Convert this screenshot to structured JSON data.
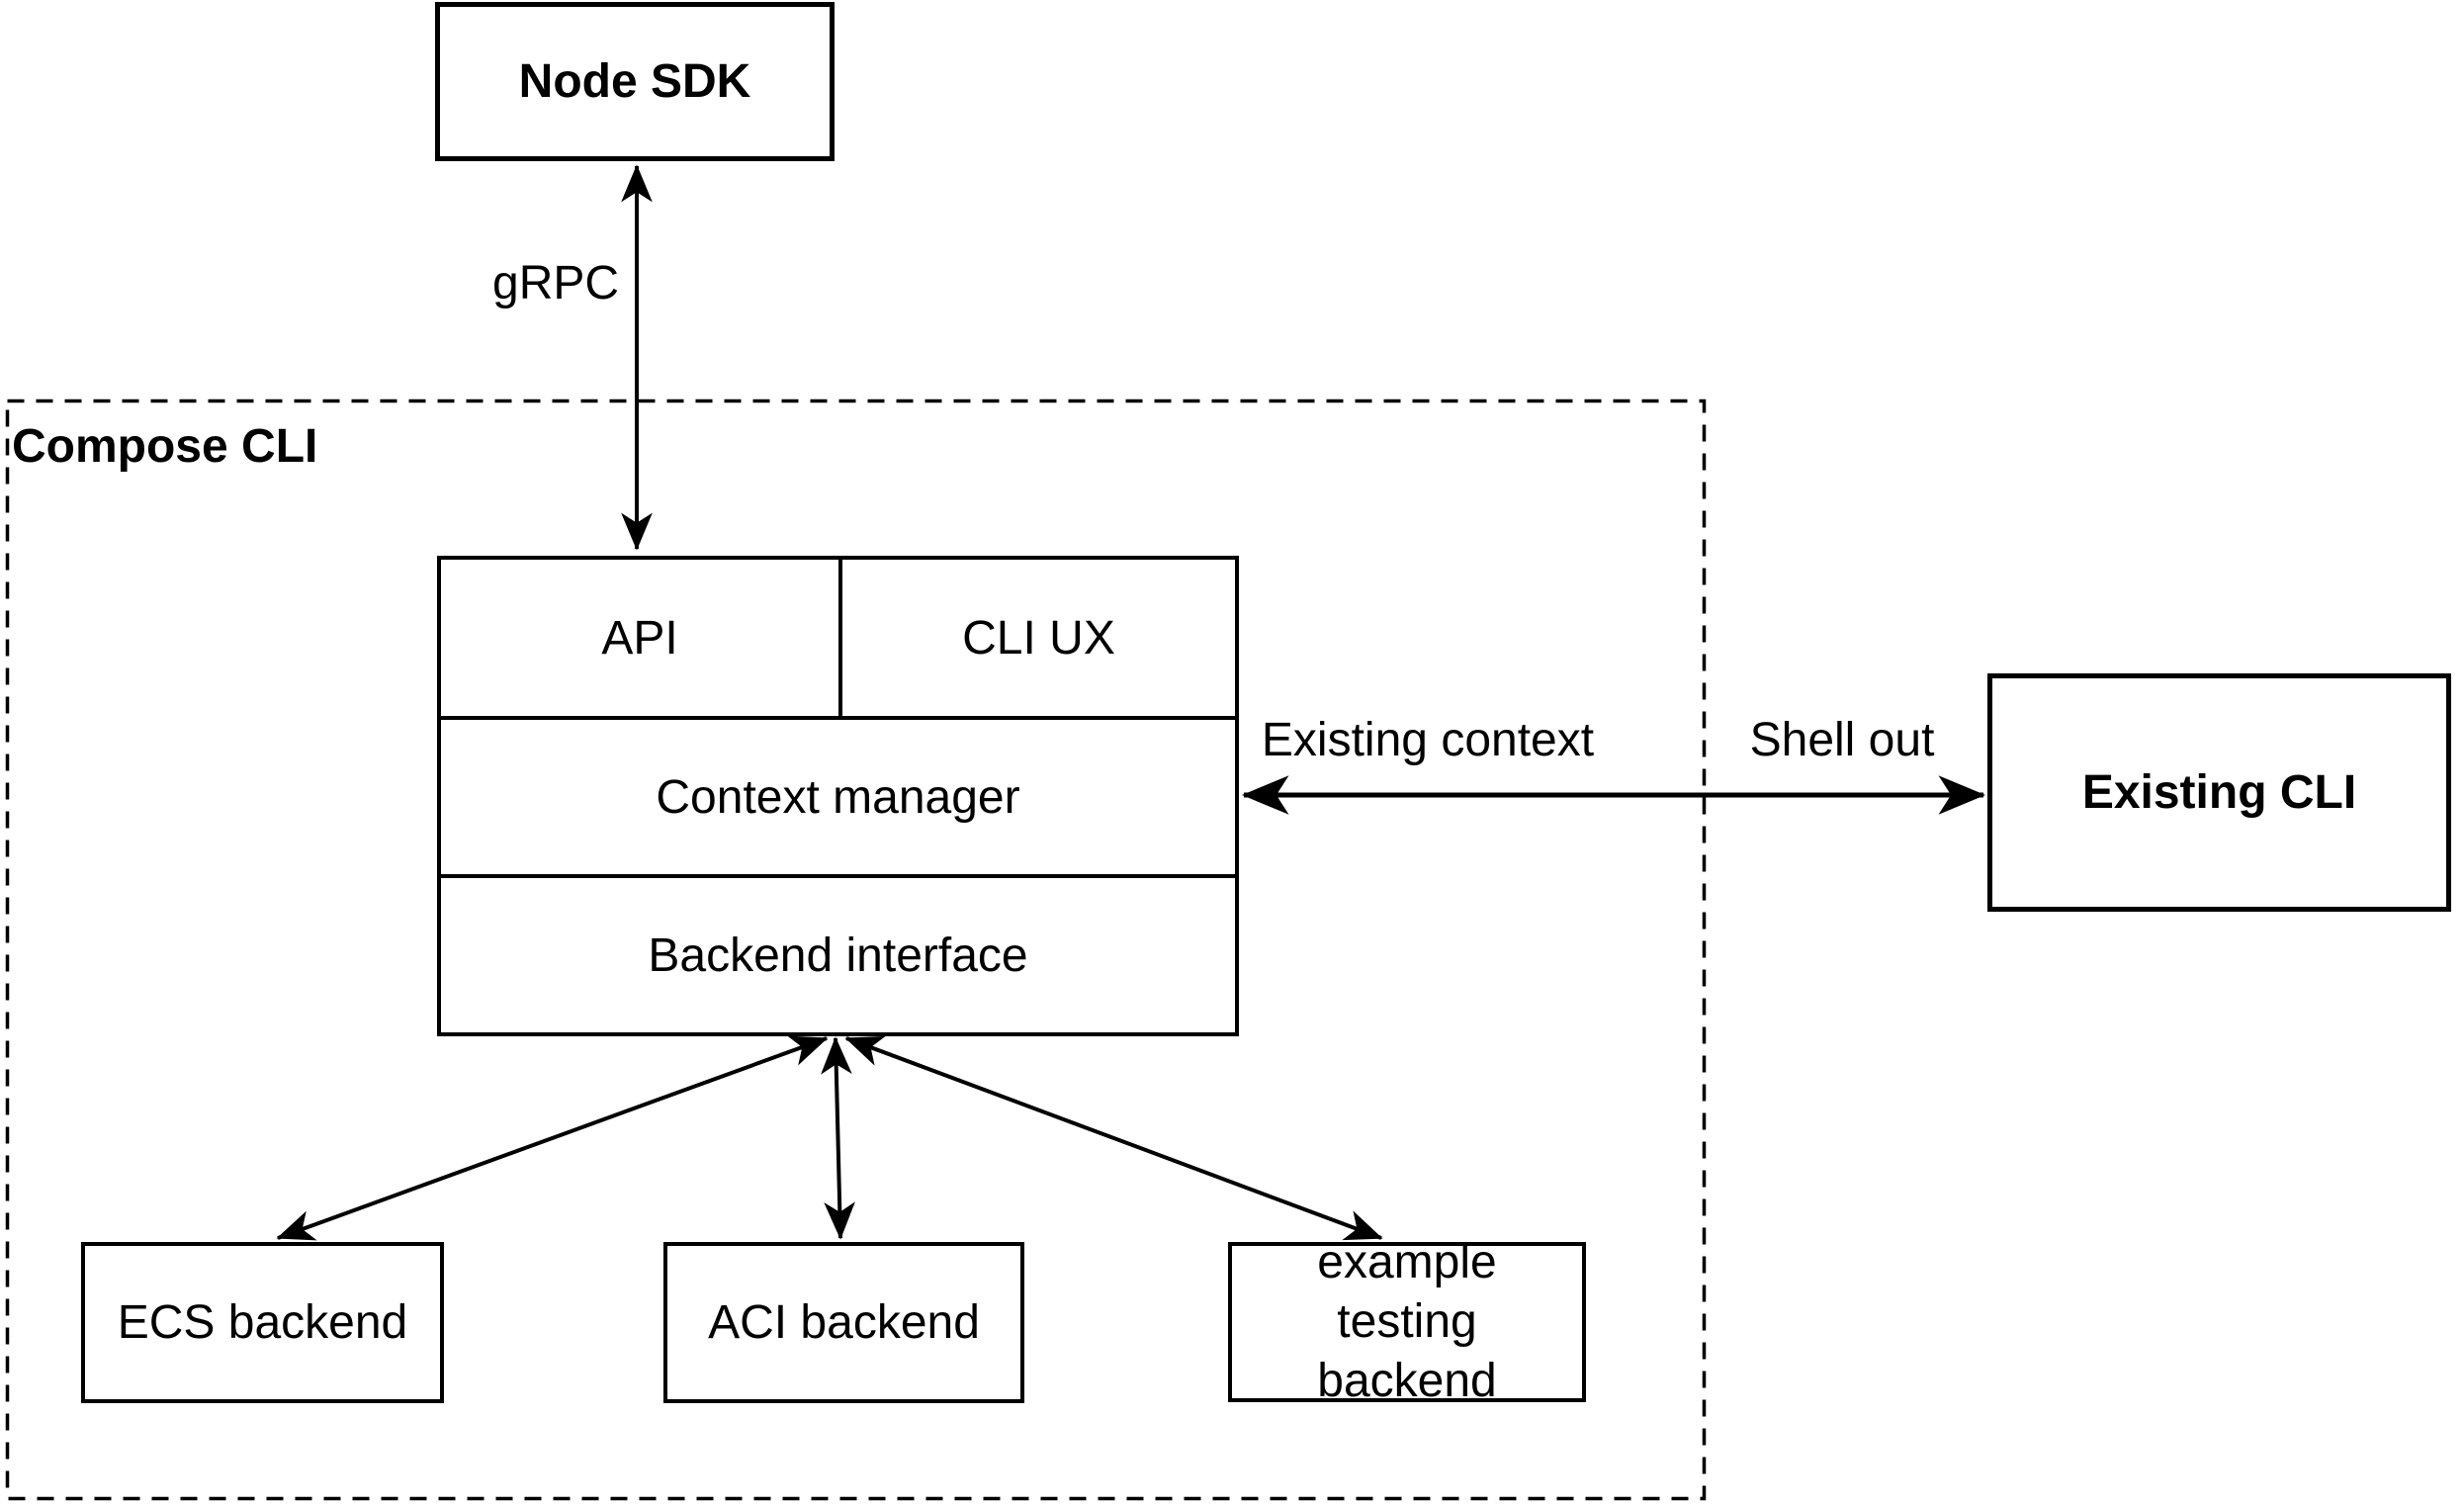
{
  "colors": {
    "background": "#ffffff",
    "stroke": "#000000"
  },
  "nodes": {
    "node_sdk": {
      "label": "Node SDK"
    },
    "compose_cli_group": {
      "label": "Compose CLI"
    },
    "api": {
      "label": "API"
    },
    "cli_ux": {
      "label": "CLI UX"
    },
    "context_manager": {
      "label": "Context manager"
    },
    "backend_interface": {
      "label": "Backend interface"
    },
    "ecs_backend": {
      "label": "ECS backend"
    },
    "aci_backend": {
      "label": "ACI backend"
    },
    "example_testing_backend": {
      "label": "example testing backend"
    },
    "existing_cli": {
      "label": "Existing CLI"
    }
  },
  "edges": {
    "grpc": {
      "label": "gRPC"
    },
    "existing_context": {
      "label": "Existing context"
    },
    "shell_out": {
      "label": "Shell out"
    }
  }
}
